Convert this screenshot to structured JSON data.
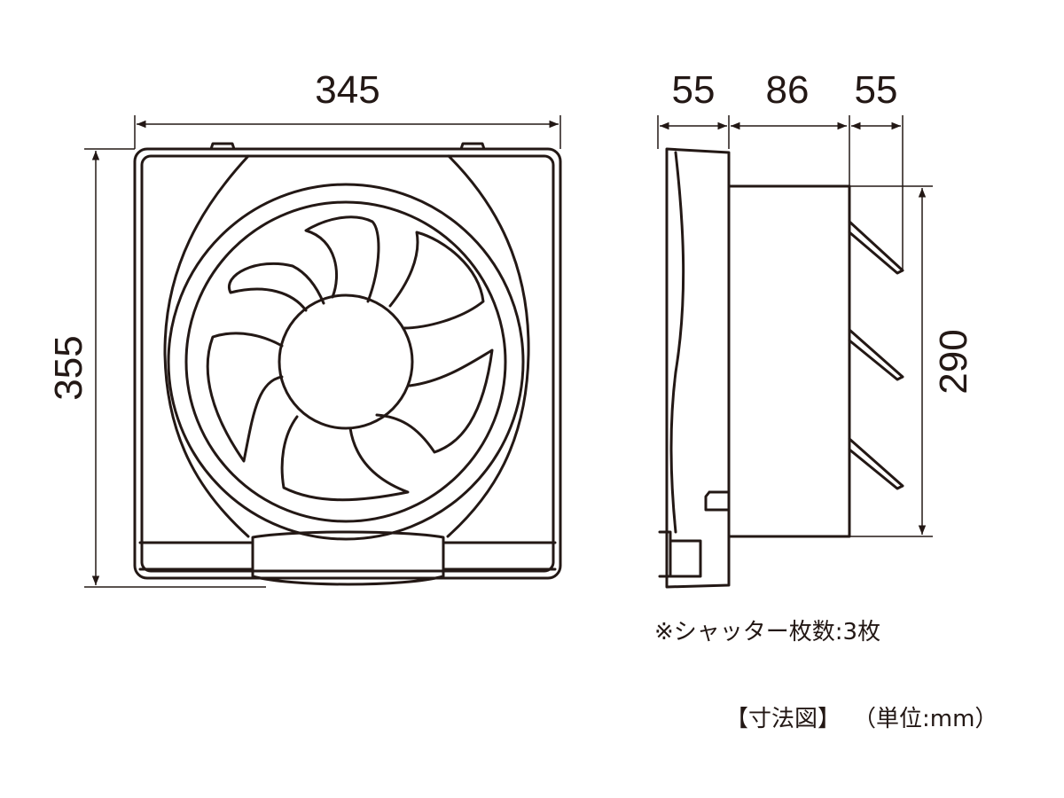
{
  "front_view": {
    "width_label": "345",
    "height_label": "355"
  },
  "side_view": {
    "depth_front_label": "55",
    "depth_body_label": "86",
    "depth_shutter_label": "55",
    "shutter_height_label": "290"
  },
  "notes": {
    "shutter_count": "※シャッター枚数:3枚",
    "title": "【寸法図】",
    "unit": "（単位:mm）"
  },
  "colors": {
    "line": "#231815",
    "background": "#ffffff"
  }
}
